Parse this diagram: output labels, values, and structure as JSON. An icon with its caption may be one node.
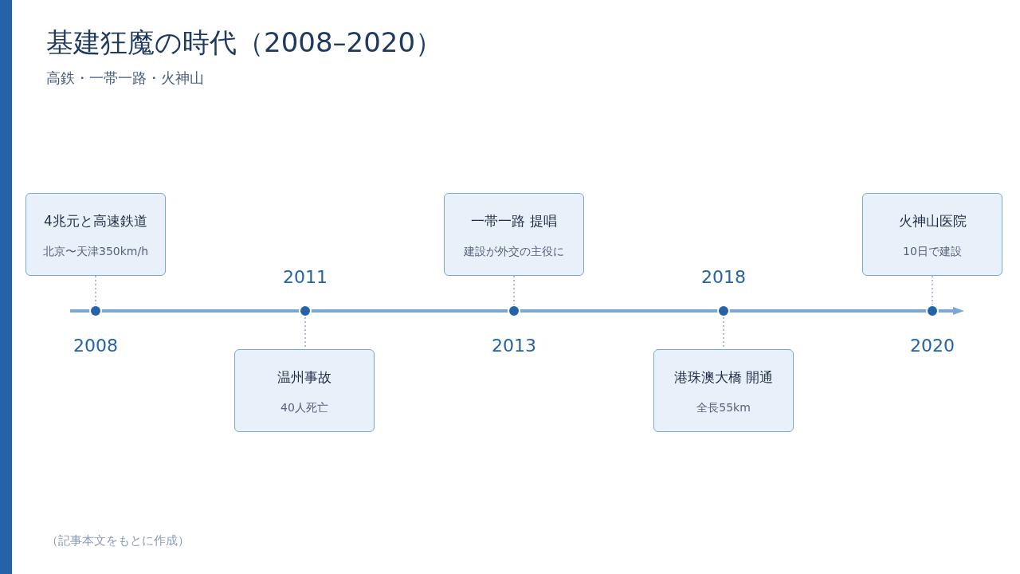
{
  "diagram": {
    "title": "基建狂魔の時代（2008–2020）",
    "nodes": [
      {
        "text": [
          "4兆元と高速鉄道",
          "北京〜天津350km/h"
        ]
      },
      {
        "text": [],
        "shape": "circle",
        "beside": [
          "2008"
        ]
      },
      {
        "text": [
          "温州事故",
          "40人死亡"
        ]
      },
      {
        "text": [],
        "shape": "circle",
        "beside": [
          "2011"
        ]
      },
      {
        "text": [
          "一帯一路 提唱",
          "建設が外交の主役に"
        ]
      },
      {
        "text": [],
        "shape": "circle",
        "beside": [
          "2013"
        ]
      },
      {
        "text": [
          "港珠澳大橋 開通",
          "全長55km"
        ]
      },
      {
        "text": [],
        "shape": "circle",
        "beside": [
          "2018"
        ]
      },
      {
        "text": [
          "火神山医院",
          "10日で建設"
        ]
      },
      {
        "text": [],
        "shape": "circle",
        "beside": [
          "2020"
        ]
      }
    ],
    "edges": [
      {
        "from": 0,
        "to": 1,
        "arrow": "none",
        "style": "dashed"
      },
      {
        "from": 3,
        "to": 2,
        "arrow": "none",
        "style": "dashed"
      },
      {
        "from": 4,
        "to": 5,
        "arrow": "none",
        "style": "dashed"
      },
      {
        "from": 7,
        "to": 6,
        "arrow": "none",
        "style": "dashed"
      },
      {
        "from": 8,
        "to": 9,
        "arrow": "none",
        "style": "dashed"
      }
    ],
    "labels": [
      "高鉄・一帯一路・火神山",
      "（記事本文をもとに作成）"
    ]
  }
}
